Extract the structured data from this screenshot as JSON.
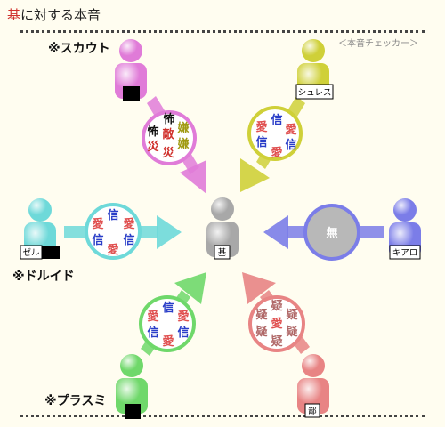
{
  "title": {
    "key": "基",
    "rest": "に対する本音"
  },
  "checker": "＜本音チェッカー＞",
  "center": {
    "label": "基"
  },
  "characters": {
    "scout": {
      "name": "※スカウト"
    },
    "shures": {
      "label": "シュレス"
    },
    "zeru": {
      "name": "※ドルイド",
      "label": "ゼル"
    },
    "kiaro": {
      "label": "キアロ"
    },
    "plasmi": {
      "name": "※プラスミ"
    },
    "tsuji": {
      "label": "鄙"
    }
  },
  "emotions": {
    "scout": [
      "怖",
      "嫌",
      "怖",
      "敵",
      "嫌",
      "災",
      "災"
    ],
    "shures": [
      "信",
      "愛",
      "愛",
      "信",
      "信",
      "愛"
    ],
    "zeru": [
      "信",
      "愛",
      "愛",
      "信",
      "信",
      "愛"
    ],
    "kiaro": [
      "無"
    ],
    "plasmi": [
      "信",
      "愛",
      "愛",
      "信",
      "信",
      "愛"
    ],
    "tsuji": [
      "疑",
      "疑",
      "疑",
      "愛",
      "疑",
      "疑",
      "疑"
    ]
  },
  "colors": {
    "title_key": "#d0312d",
    "scout": "#e07bd8",
    "shures": "#cfd038",
    "zeru": "#6ed9d9",
    "kiaro": "#7b7de8",
    "plasmi": "#6fd86a",
    "tsuji": "#e88484",
    "center": "#a8a8a8",
    "ai": "#e05050",
    "shin": "#2a3ec8",
    "fear": "#111111",
    "dislike": "#a09a10",
    "disaster": "#d0312d",
    "doubt": "#b06868",
    "mu": "#ffffff"
  }
}
